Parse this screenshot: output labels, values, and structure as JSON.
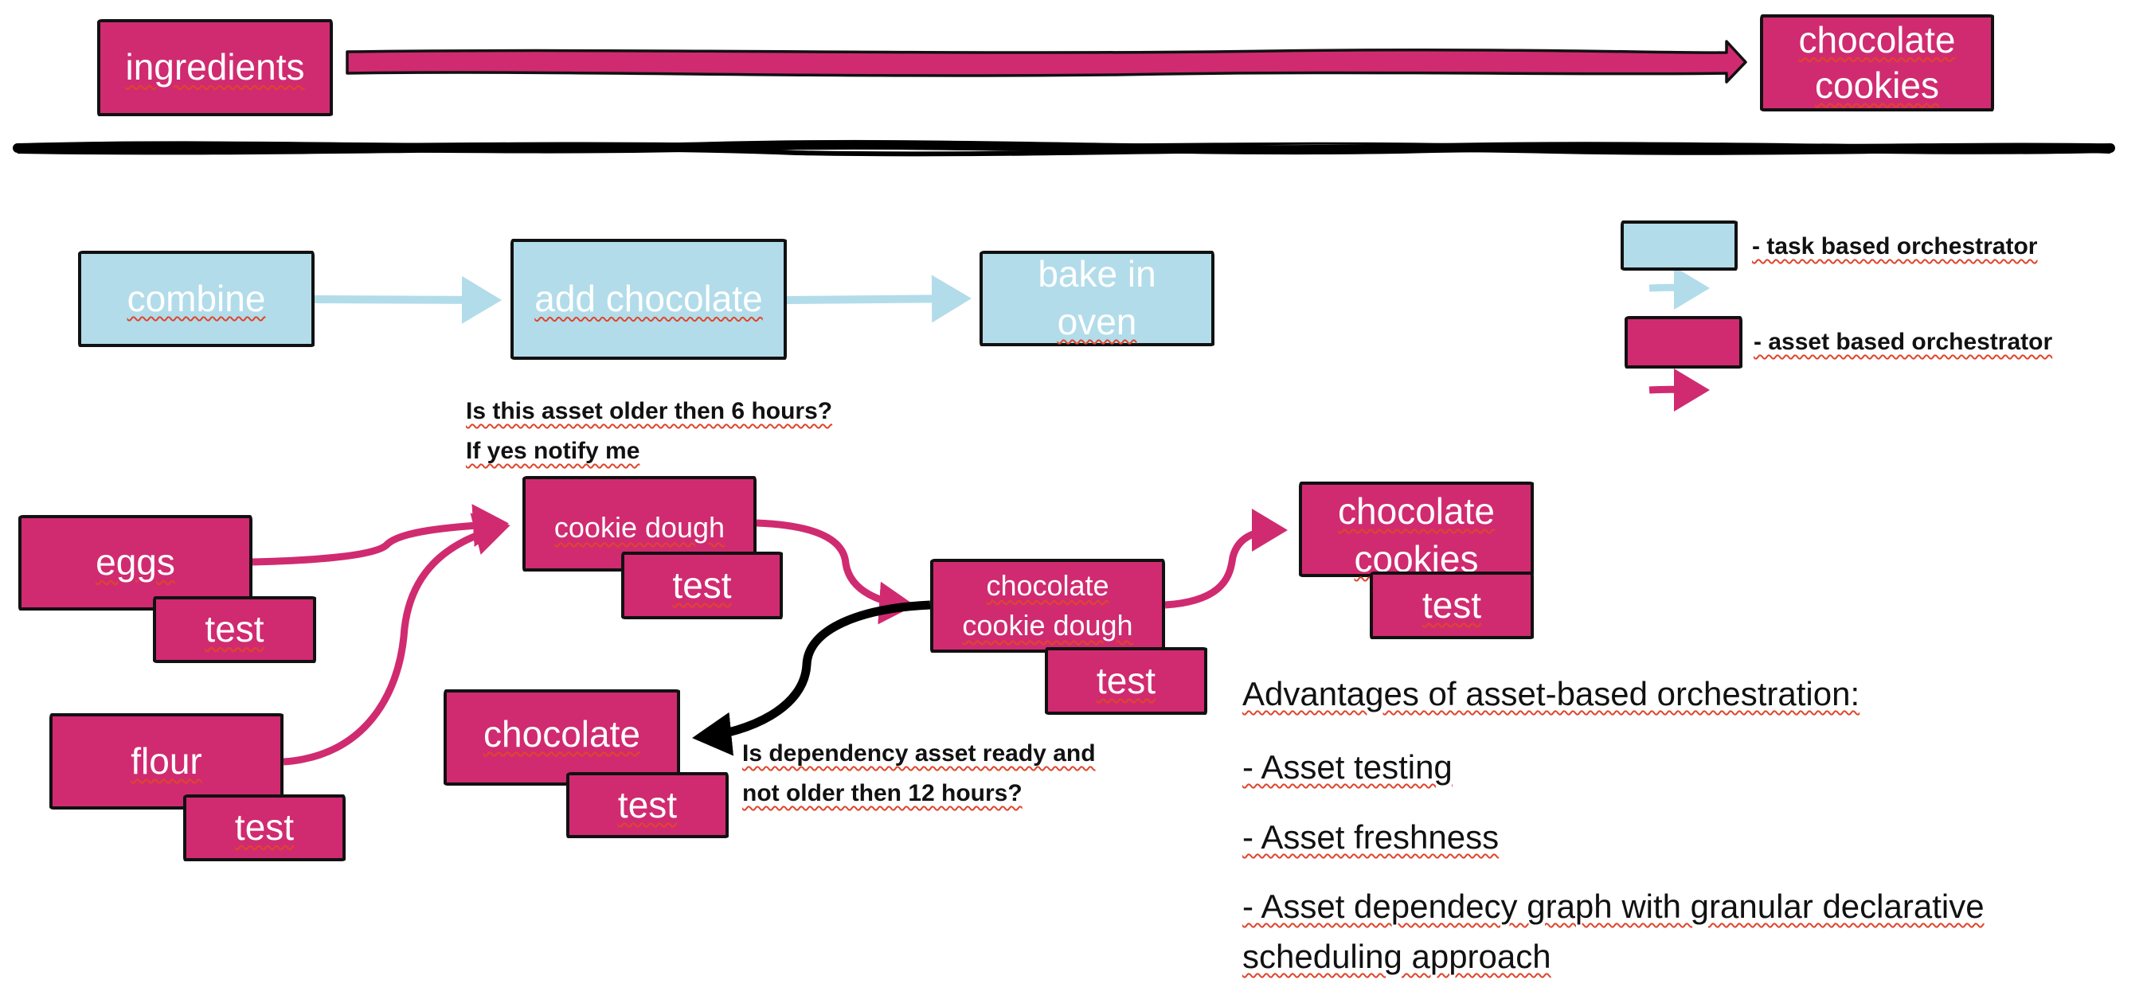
{
  "top_flow": {
    "source": "ingredients",
    "target_lines": [
      "chocolate",
      "cookies"
    ]
  },
  "task_flow": {
    "steps": [
      {
        "label": "combine"
      },
      {
        "label": "add chocolate"
      },
      {
        "label_lines": [
          "bake in",
          "oven"
        ]
      }
    ]
  },
  "legend": {
    "task": "-  task based orchestrator",
    "asset": "- asset based orchestrator"
  },
  "colors": {
    "asset": "#d02b70",
    "task": "#b2dcea",
    "border": "#111111",
    "dependency_arrow": "#000000"
  },
  "assets": {
    "eggs": {
      "label": "eggs",
      "test": "test"
    },
    "flour": {
      "label": "flour",
      "test": "test"
    },
    "cookie_dough": {
      "label": "cookie dough",
      "test": "test"
    },
    "chocolate": {
      "label": "chocolate",
      "test": "test"
    },
    "chocolate_cookie_dough": {
      "label_lines": [
        "chocolate",
        "cookie dough"
      ],
      "test": "test"
    },
    "chocolate_cookies": {
      "label_lines": [
        "chocolate",
        "cookies"
      ],
      "test": "test"
    }
  },
  "notes": {
    "freshness": [
      "Is this asset older then 6 hours?",
      "If yes notify me"
    ],
    "dependency": [
      "Is dependency asset ready and",
      "not older then 12 hours?"
    ]
  },
  "advantages": {
    "title": "Advantages of asset-based orchestration:",
    "items": [
      "- Asset testing",
      "- Asset freshness",
      "- Asset dependecy graph with granular declarative",
      "scheduling approach"
    ]
  }
}
